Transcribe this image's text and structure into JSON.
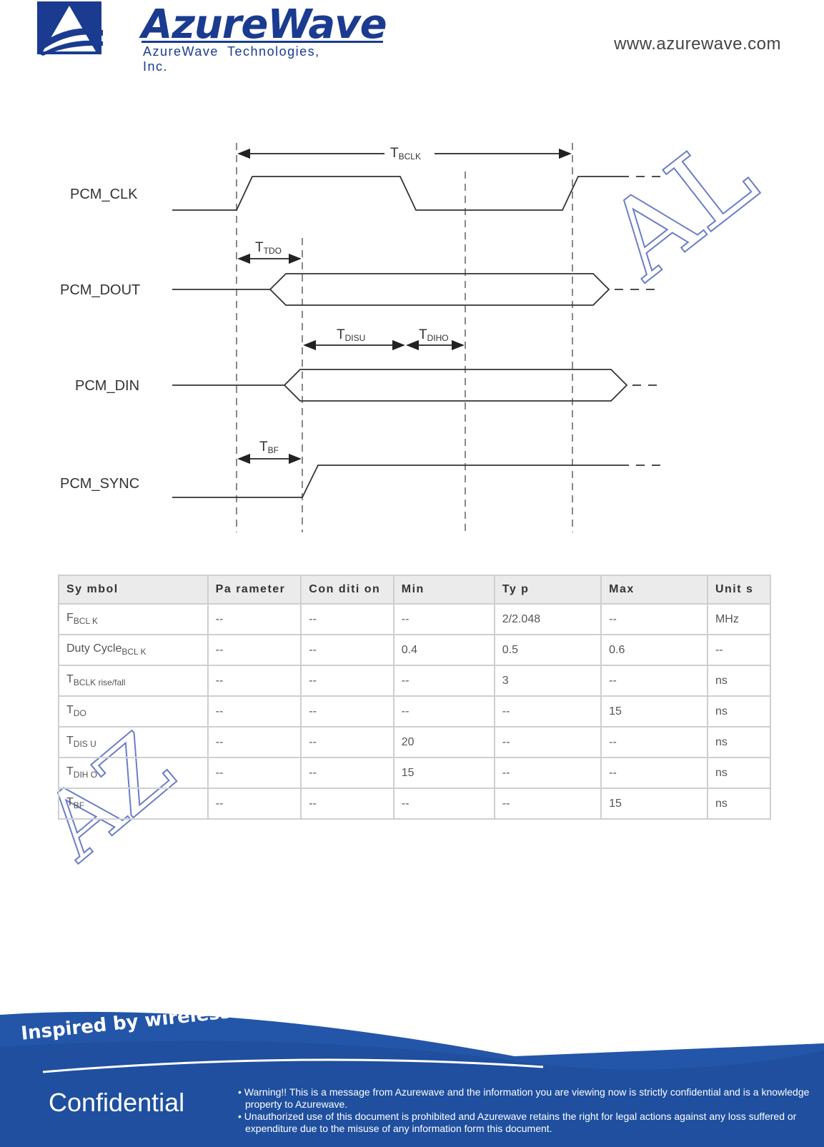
{
  "header": {
    "brand": "AzureWave",
    "company": "AzureWave Technologies, Inc.",
    "url": "www.azurewave.com"
  },
  "watermark": {
    "top_right": "AL",
    "lower_left": "AZ"
  },
  "diagram": {
    "signals": [
      "PCM_CLK",
      "PCM_DOUT",
      "PCM_DIN",
      "PCM_SYNC"
    ],
    "timings": {
      "bclk": {
        "main": "T",
        "sub": "BCLK"
      },
      "tdo": {
        "main": "T",
        "sub": "TDO"
      },
      "disu": {
        "main": "T",
        "sub": "DISU"
      },
      "diho": {
        "main": "T",
        "sub": "DIHO"
      },
      "bf": {
        "main": "T",
        "sub": "BF"
      }
    }
  },
  "table": {
    "headers": [
      "Sy mbol",
      "Pa rameter",
      "Con diti on",
      "Min",
      "Ty p",
      "Max",
      "Unit s"
    ],
    "rows": [
      {
        "sym": "F",
        "sub": "BCL K",
        "param": "--",
        "cond": "--",
        "min": "--",
        "typ": "2/2.048",
        "max": "--",
        "unit": "MHz"
      },
      {
        "sym": "Duty Cycle",
        "sub": "BCL K",
        "param": "--",
        "cond": "--",
        "min": "0.4",
        "typ": "0.5",
        "max": "0.6",
        "unit": "--"
      },
      {
        "sym": "T",
        "sub": "BCLK rise/fall",
        "param": "--",
        "cond": "--",
        "min": "--",
        "typ": "3",
        "max": "--",
        "unit": "ns"
      },
      {
        "sym": "T",
        "sub": "DO",
        "param": "--",
        "cond": "--",
        "min": "--",
        "typ": "--",
        "max": "15",
        "unit": "ns"
      },
      {
        "sym": "T",
        "sub": "DIS U",
        "param": "--",
        "cond": "--",
        "min": "20",
        "typ": "--",
        "max": "--",
        "unit": "ns"
      },
      {
        "sym": "T",
        "sub": "DIH O",
        "param": "--",
        "cond": "--",
        "min": "15",
        "typ": "--",
        "max": "--",
        "unit": "ns"
      },
      {
        "sym": "T",
        "sub": "BF",
        "param": "--",
        "cond": "--",
        "min": "--",
        "typ": "--",
        "max": "15",
        "unit": "ns"
      }
    ]
  },
  "footer": {
    "tagline": "Inspired by wireless",
    "confidential": "Confidential",
    "warnings": [
      "• Warning!! This is a message from Azurewave and the information you are viewing now is strictly confidential and is a knowledge property to Azurewave.",
      "• Unauthorized use of this document is prohibited and Azurewave retains the right for legal actions against any loss suffered or expenditure due to the misuse of any information form this document."
    ]
  },
  "colors": {
    "brand_blue": "#1a3b8f",
    "footer_blue": "#2356a8",
    "watermark": "#5a6fc0"
  }
}
